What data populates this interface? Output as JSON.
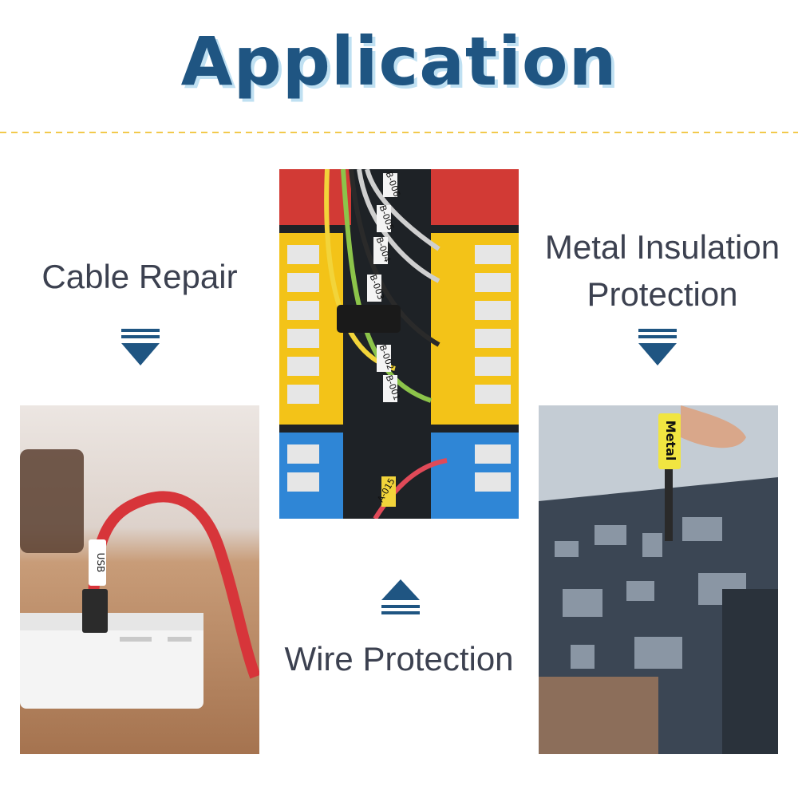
{
  "page": {
    "title": "Application",
    "accent": "#1f5582",
    "divider_color": "#f2c94c"
  },
  "sections": {
    "left": {
      "label": "Cable Repair",
      "arrow_icon": "down-arrow-icon",
      "tag_text": "USB"
    },
    "center": {
      "label": "Wire Protection",
      "arrow_icon": "up-arrow-icon",
      "cable_tags": [
        "B-006",
        "B-005",
        "B-004",
        "B-003",
        "B-002",
        "B-001",
        "A-015"
      ]
    },
    "right": {
      "label_line1": "Metal Insulation",
      "label_line2": "Protection",
      "arrow_icon": "down-arrow-icon",
      "tool_text": "Metal"
    }
  }
}
